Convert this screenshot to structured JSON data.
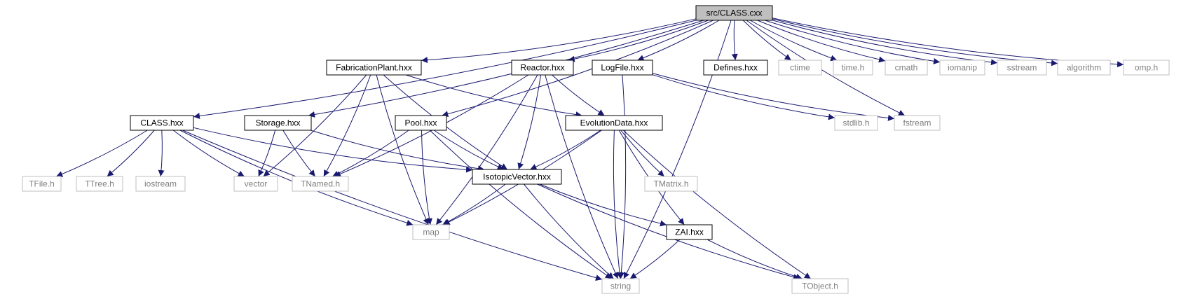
{
  "diagram": {
    "colors": {
      "edge": "#191970",
      "root_fill": "#bfbfbf",
      "local_border": "#000000",
      "system_border": "#bfbfbf",
      "system_text": "#808080"
    },
    "nodes": [
      {
        "id": "root",
        "label": "src/CLASS.cxx",
        "kind": "root"
      },
      {
        "id": "fab",
        "label": "FabricationPlant.hxx",
        "kind": "local"
      },
      {
        "id": "reactor",
        "label": "Reactor.hxx",
        "kind": "local"
      },
      {
        "id": "logfile",
        "label": "LogFile.hxx",
        "kind": "local"
      },
      {
        "id": "defines",
        "label": "Defines.hxx",
        "kind": "local"
      },
      {
        "id": "ctime",
        "label": "ctime",
        "kind": "system"
      },
      {
        "id": "timeh",
        "label": "time.h",
        "kind": "system"
      },
      {
        "id": "cmath",
        "label": "cmath",
        "kind": "system"
      },
      {
        "id": "iomanip",
        "label": "iomanip",
        "kind": "system"
      },
      {
        "id": "sstream",
        "label": "sstream",
        "kind": "system"
      },
      {
        "id": "algorithm",
        "label": "algorithm",
        "kind": "system"
      },
      {
        "id": "omp",
        "label": "omp.h",
        "kind": "system"
      },
      {
        "id": "classh",
        "label": "CLASS.hxx",
        "kind": "local"
      },
      {
        "id": "storage",
        "label": "Storage.hxx",
        "kind": "local"
      },
      {
        "id": "pool",
        "label": "Pool.hxx",
        "kind": "local"
      },
      {
        "id": "evol",
        "label": "EvolutionData.hxx",
        "kind": "local"
      },
      {
        "id": "stdlib",
        "label": "stdlib.h",
        "kind": "system"
      },
      {
        "id": "fstream",
        "label": "fstream",
        "kind": "system"
      },
      {
        "id": "tfile",
        "label": "TFile.h",
        "kind": "system"
      },
      {
        "id": "ttree",
        "label": "TTree.h",
        "kind": "system"
      },
      {
        "id": "iostream",
        "label": "iostream",
        "kind": "system"
      },
      {
        "id": "vector",
        "label": "vector",
        "kind": "system"
      },
      {
        "id": "tnamed",
        "label": "TNamed.h",
        "kind": "system"
      },
      {
        "id": "isovec",
        "label": "IsotopicVector.hxx",
        "kind": "local"
      },
      {
        "id": "tmatrix",
        "label": "TMatrix.h",
        "kind": "system"
      },
      {
        "id": "map",
        "label": "map",
        "kind": "system"
      },
      {
        "id": "zai",
        "label": "ZAI.hxx",
        "kind": "local"
      },
      {
        "id": "string",
        "label": "string",
        "kind": "system"
      },
      {
        "id": "tobject",
        "label": "TObject.h",
        "kind": "system"
      }
    ],
    "edges": [
      [
        "root",
        "fab"
      ],
      [
        "root",
        "reactor"
      ],
      [
        "root",
        "logfile"
      ],
      [
        "root",
        "defines"
      ],
      [
        "root",
        "ctime"
      ],
      [
        "root",
        "timeh"
      ],
      [
        "root",
        "cmath"
      ],
      [
        "root",
        "iomanip"
      ],
      [
        "root",
        "sstream"
      ],
      [
        "root",
        "algorithm"
      ],
      [
        "root",
        "omp"
      ],
      [
        "root",
        "classh"
      ],
      [
        "root",
        "storage"
      ],
      [
        "root",
        "pool"
      ],
      [
        "root",
        "fstream"
      ],
      [
        "root",
        "string"
      ],
      [
        "fab",
        "evol"
      ],
      [
        "fab",
        "isovec"
      ],
      [
        "fab",
        "tnamed"
      ],
      [
        "fab",
        "vector"
      ],
      [
        "fab",
        "map"
      ],
      [
        "reactor",
        "evol"
      ],
      [
        "reactor",
        "isovec"
      ],
      [
        "reactor",
        "tnamed"
      ],
      [
        "reactor",
        "map"
      ],
      [
        "reactor",
        "string"
      ],
      [
        "logfile",
        "stdlib"
      ],
      [
        "logfile",
        "fstream"
      ],
      [
        "logfile",
        "string"
      ],
      [
        "classh",
        "tfile"
      ],
      [
        "classh",
        "ttree"
      ],
      [
        "classh",
        "iostream"
      ],
      [
        "classh",
        "vector"
      ],
      [
        "classh",
        "map"
      ],
      [
        "classh",
        "isovec"
      ],
      [
        "classh",
        "string"
      ],
      [
        "storage",
        "vector"
      ],
      [
        "storage",
        "tnamed"
      ],
      [
        "storage",
        "isovec"
      ],
      [
        "pool",
        "isovec"
      ],
      [
        "pool",
        "tnamed"
      ],
      [
        "pool",
        "map"
      ],
      [
        "pool",
        "string"
      ],
      [
        "evol",
        "isovec"
      ],
      [
        "evol",
        "tmatrix"
      ],
      [
        "evol",
        "zai"
      ],
      [
        "evol",
        "map"
      ],
      [
        "evol",
        "string"
      ],
      [
        "evol",
        "tobject"
      ],
      [
        "isovec",
        "map"
      ],
      [
        "isovec",
        "zai"
      ],
      [
        "isovec",
        "string"
      ],
      [
        "isovec",
        "tobject"
      ],
      [
        "zai",
        "string"
      ],
      [
        "zai",
        "tobject"
      ]
    ]
  }
}
